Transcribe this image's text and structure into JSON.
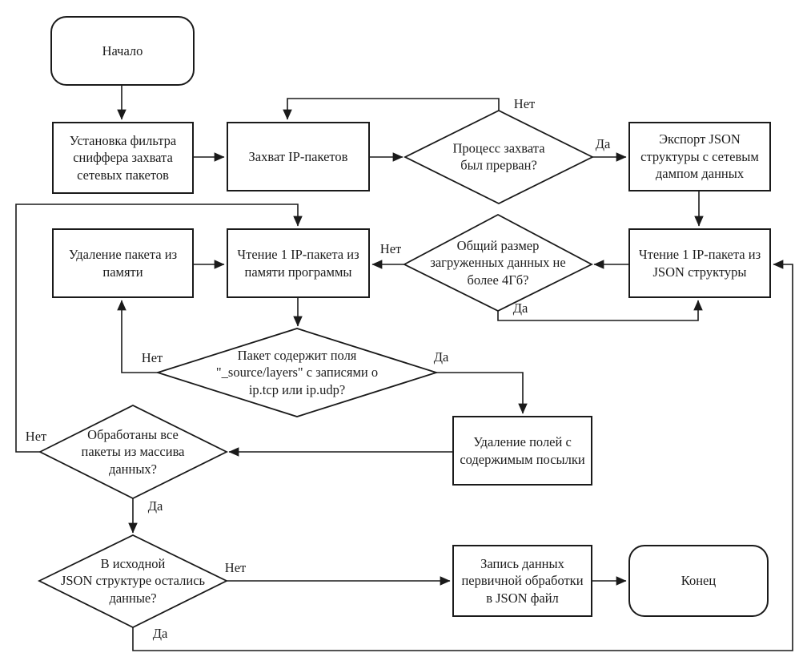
{
  "flowchart": {
    "nodes": {
      "start": {
        "type": "terminator",
        "label": "Начало"
      },
      "setup_filter": {
        "type": "process",
        "label": "Установка фильтра\nсниффера захвата\nсетевых пакетов"
      },
      "capture": {
        "type": "process",
        "label": "Захват IP-пакетов"
      },
      "capture_interrupted": {
        "type": "decision",
        "label": "Процесс захвата\nбыл прерван?"
      },
      "export_json": {
        "type": "process",
        "label": "Экспорт JSON\nструктуры с сетевым\nдампом данных"
      },
      "read_packet_json": {
        "type": "process",
        "label": "Чтение 1 IP-пакета из\nJSON структуры"
      },
      "size_check": {
        "type": "decision",
        "label": "Общий размер\nзагруженных данных не\nболее 4Гб?"
      },
      "delete_packet_memory": {
        "type": "process",
        "label": "Удаление пакета из\nпамяти"
      },
      "read_packet_memory": {
        "type": "process",
        "label": "Чтение 1 IP-пакета из\nпамяти программы"
      },
      "has_payload_fields": {
        "type": "decision",
        "label": "Пакет содержит поля\n\"_source/layers\" с записями о\nip.tcp или ip.udp?"
      },
      "delete_payload_fields": {
        "type": "process",
        "label": "Удаление полей с\nсодержимым посылки"
      },
      "all_packets_processed": {
        "type": "decision",
        "label": "Обработаны все\nпакеты из массива\nданных?"
      },
      "json_has_more_data": {
        "type": "decision",
        "label": "В исходной\nJSON структуре остались\nданные?"
      },
      "write_json": {
        "type": "process",
        "label": "Запись данных\nпервичной обработки\nв JSON файл"
      },
      "end": {
        "type": "terminator",
        "label": "Конец"
      }
    },
    "branch_labels": {
      "yes": "Да",
      "no": "Нет"
    },
    "colors": {
      "line": "#1a1a1a",
      "fill": "#ffffff",
      "text": "#1c1c1c"
    }
  }
}
